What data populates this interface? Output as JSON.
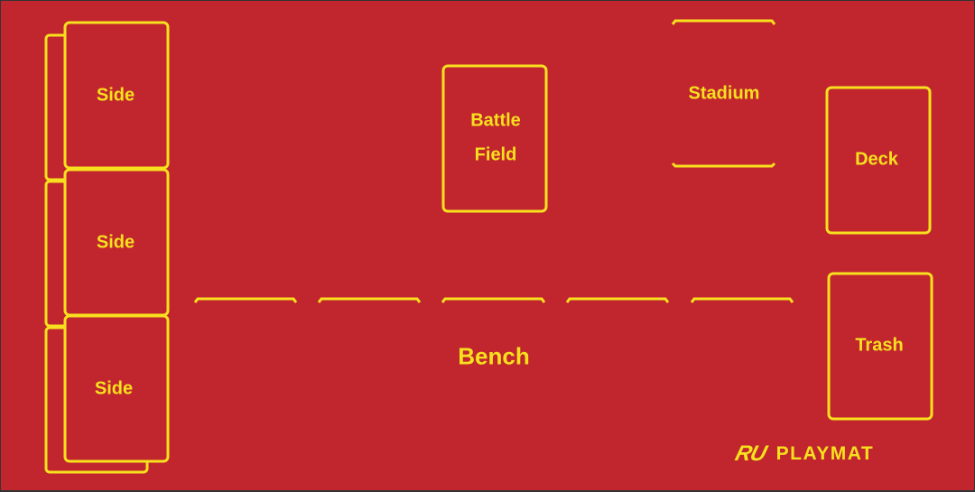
{
  "zones": {
    "side_1": "Side",
    "side_2": "Side",
    "side_3": "Side",
    "battle_line1": "Battle",
    "battle_line2": "Field",
    "stadium": "Stadium",
    "deck": "Deck",
    "trash": "Trash",
    "bench": "Bench"
  },
  "brand": {
    "logo": "RU",
    "name": "PLAYMAT"
  },
  "colors": {
    "background": "#c1252d",
    "lines": "#f7e11e"
  }
}
